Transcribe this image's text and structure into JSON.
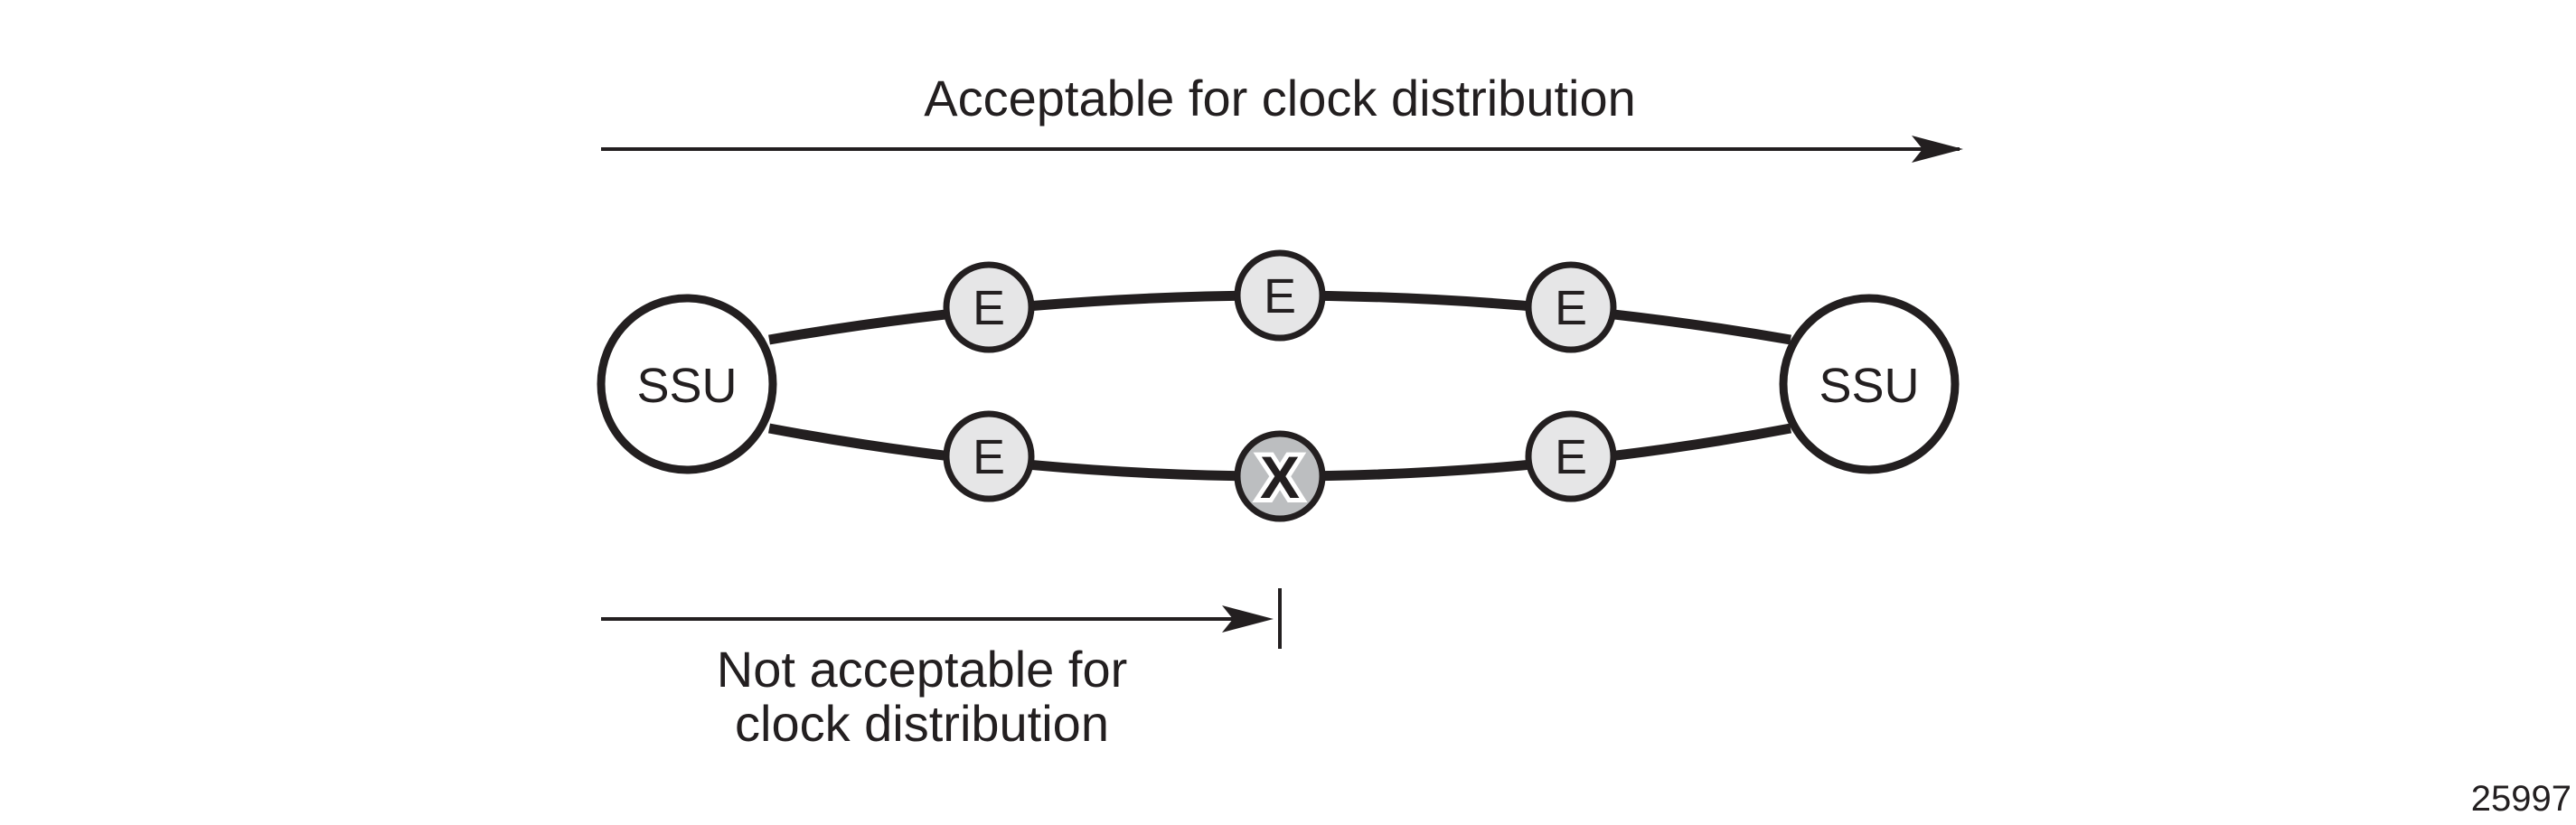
{
  "top_label": "Acceptable for clock distribution",
  "bottom_label": {
    "line1": "Not acceptable for",
    "line2": "clock distribution"
  },
  "nodes": {
    "ssu_left": "SSU",
    "ssu_right": "SSU",
    "top": [
      "E",
      "E",
      "E"
    ],
    "bottom": [
      "E",
      "X",
      "E"
    ]
  },
  "figure_id": "25997",
  "colors": {
    "line": "#231f20",
    "node_fill": "#e6e6e7",
    "failed_fill": "#bcbec0"
  }
}
